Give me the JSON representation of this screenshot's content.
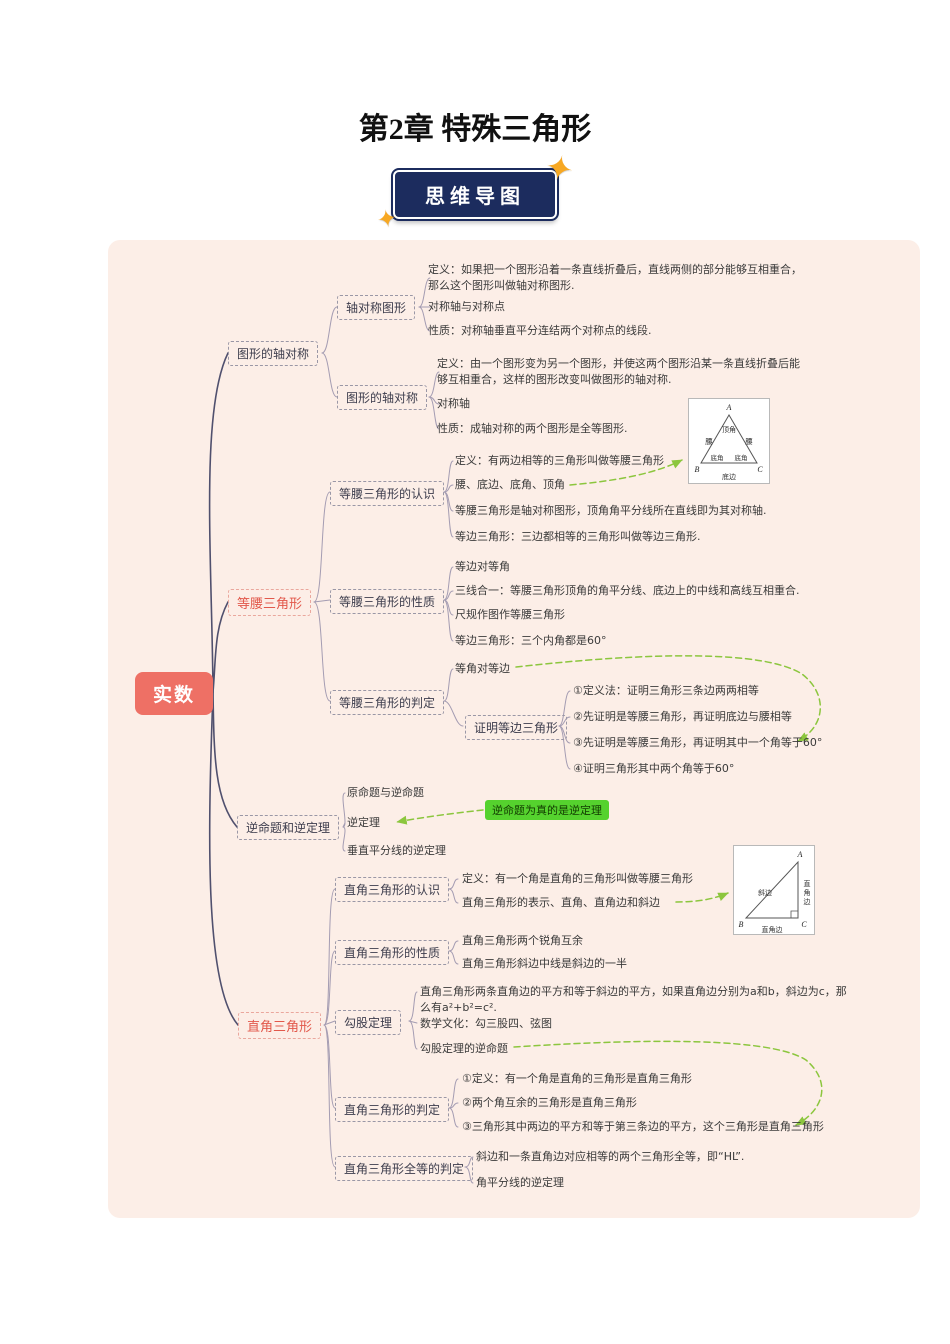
{
  "doc": {
    "title": "第2章 特殊三角形",
    "badge": "思维导图"
  },
  "colors": {
    "accent_red": "#ee7065",
    "arrow_green": "#8cc63e",
    "note_green": "#55d22e",
    "badge_navy": "#1c2c5e",
    "map_background": "#fceee7"
  },
  "map": {
    "root": "实数",
    "axial": {
      "label": "图形的轴对称",
      "figure": {
        "label": "轴对称图形",
        "def_line1": "定义：如果把一个图形沿着一条直线折叠后，直线两侧的部分能够互相重合，",
        "def_line2": "那么这个图形叫做轴对称图形.",
        "axis_points": "对称轴与对称点",
        "property": "性质：对称轴垂直平分连结两个对称点的线段."
      },
      "transform": {
        "label": "图形的轴对称",
        "def_line1": "定义：由一个图形变为另一个图形，并使这两个图形沿某一条直线折叠后能",
        "def_line2": "够互相重合，这样的图形改变叫做图形的轴对称.",
        "axis": "对称轴",
        "property": "性质：成轴对称的两个图形是全等图形."
      }
    },
    "isosceles": {
      "label": "等腰三角形",
      "cognition": {
        "label": "等腰三角形的认识",
        "definition": "定义：有两边相等的三角形叫做等腰三角形",
        "parts": "腰、底边、底角、顶角",
        "symmetry": "等腰三角形是轴对称图形，顶角角平分线所在直线即为其对称轴.",
        "equilateral": "等边三角形：三边都相等的三角形叫做等边三角形."
      },
      "property": {
        "label": "等腰三角形的性质",
        "p1": "等边对等角",
        "p2": "三线合一：等腰三角形顶角的角平分线、底边上的中线和高线互相重合.",
        "p3": "尺规作图作等腰三角形",
        "p4": "等边三角形：三个内角都是60°"
      },
      "judgement": {
        "label": "等腰三角形的判定",
        "j1": "等角对等边",
        "prove": {
          "label": "证明等边三角形",
          "m1": "①定义法：证明三角形三条边两两相等",
          "m2": "②先证明是等腰三角形，再证明底边与腰相等",
          "m3": "③先证明是等腰三角形，再证明其中一个角等于60°",
          "m4": "④证明三角形其中两个角等于60°"
        }
      }
    },
    "converse": {
      "label": "逆命题和逆定理",
      "c1": "原命题与逆命题",
      "c2": "逆定理",
      "c3": "垂直平分线的逆定理",
      "note": "逆命题为真的是逆定理"
    },
    "right": {
      "label": "直角三角形",
      "cognition": {
        "label": "直角三角形的认识",
        "definition": "定义：有一个角是直角的三角形叫做等腰三角形",
        "representation": "直角三角形的表示、直角、直角边和斜边"
      },
      "property": {
        "label": "直角三角形的性质",
        "p1": "直角三角形两个锐角互余",
        "p2": "直角三角形斜边中线是斜边的一半"
      },
      "pythagoras": {
        "label": "勾股定理",
        "def_line1": "直角三角形两条直角边的平方和等于斜边的平方，如果直角边分别为a和b，斜边为c，那",
        "def_line2": "么有a²+b²=c².",
        "culture": "数学文化：勾三股四、弦图",
        "converse": "勾股定理的逆命题"
      },
      "judgement": {
        "label": "直角三角形的判定",
        "j1": "①定义：有一个角是直角的三角形是直角三角形",
        "j2": "②两个角互余的三角形是直角三角形",
        "j3": "③三角形其中两边的平方和等于第三条边的平方，这个三角形是直角三角形"
      },
      "congruence": {
        "label": "直角三角形全等的判定",
        "hl": "斜边和一条直角边对应相等的两个三角形全等，即“HL”.",
        "bisector": "角平分线的逆定理"
      }
    },
    "iso_diagram": {
      "a": "A",
      "b": "B",
      "c": "C",
      "apex": "顶角",
      "leg_left": "腰",
      "leg_right": "腰",
      "base_angle_left": "底角",
      "base_angle_right": "底角",
      "base": "底边"
    },
    "rt_diagram": {
      "a": "A",
      "b": "B",
      "c": "C",
      "hyp": "斜边",
      "leg_v1": "直",
      "leg_v2": "角",
      "leg_v3": "边",
      "leg_bottom": "直角边"
    }
  }
}
